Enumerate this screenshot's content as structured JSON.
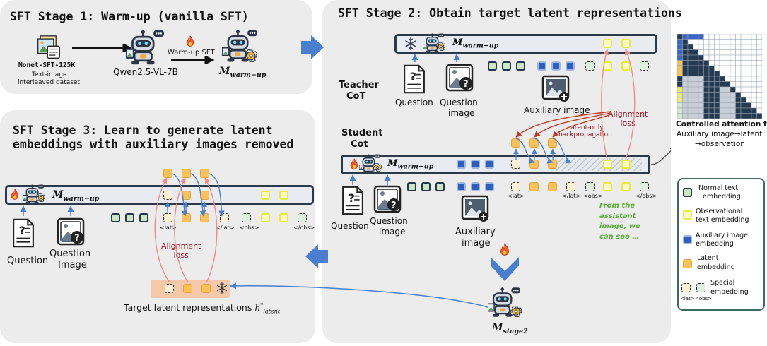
{
  "stage1": {
    "title": "SFT Stage 1: Warm-up (vanilla SFT)",
    "dataset_name": "Monet-SFT-125K",
    "dataset_desc_1": "Text-image",
    "dataset_desc_2": "interleaved dataset",
    "base_model": "Qwen2.5-VL-7B",
    "arrow_label": "Warm-up SFT",
    "model_base": "M",
    "model_sub": "warm−up"
  },
  "stage2": {
    "title": "SFT Stage 2: Obtain target latent representations",
    "teacher_1": "Teacher",
    "teacher_2": "CoT",
    "student_1": "Student",
    "student_2": "Cot",
    "question": "Question",
    "question_image_1": "Question",
    "question_image_2": "image",
    "auxiliary_image_top": "Auxiliary image",
    "auxiliary_image_1": "Auxiliary",
    "auxiliary_image_2": "image",
    "alignment_1": "Alignment",
    "alignment_2": "loss",
    "latent_only_1": "Latent-only",
    "latent_only_2": "backpropagation",
    "tag_lat": "<lat>",
    "tag_lat_close": "</lat>",
    "tag_obs": "<obs>",
    "tag_obs_close": "</obs>",
    "green_1": "From the",
    "green_2": "assistant",
    "green_3": "image, we",
    "green_4": "can see …",
    "model_base": "M",
    "model_sub": "warm−up",
    "stage2_model_base": "M",
    "stage2_model_sub": "stage2"
  },
  "stage3": {
    "title_1": "SFT Stage 3: Learn to generate latent",
    "title_2": "embeddings with auxiliary images removed",
    "question": "Question",
    "question_image_1": "Question",
    "question_image_2": "Image",
    "alignment_1": "Alignment",
    "alignment_2": "loss",
    "tag_lat": "<lat>",
    "tag_lat_close": "</lat>",
    "tag_obs": "<obs>",
    "tag_obs_close": "</obs>",
    "target_text": "Target latent representations",
    "target_sym": "h",
    "target_sup": "*",
    "target_sub": "latent",
    "model_base": "M",
    "model_sub": "warm−up"
  },
  "attention": {
    "title": "Controlled attention flow",
    "line_1": "Auxiliary image→latent",
    "line_2": "→observation"
  },
  "legend": {
    "normal_1": "Normal text",
    "normal_2": "embedding",
    "obs_1": "Observational",
    "obs_2": "text embedding",
    "aux_1": "Auxiliary image",
    "aux_2": "embedding",
    "lat_1": "Latent",
    "lat_2": "embedding",
    "sp_1": "Special",
    "sp_2": "embedding",
    "sp_lat": "<lat>",
    "sp_obs": "<obs>"
  },
  "colors": {
    "panel": "#ececec",
    "normal": "#cfe5c6",
    "observational": "#e5ec3a",
    "auxiliary": "#2d5fbf",
    "latent": "#fbc25a",
    "special_lat": "#fdf2d5",
    "special_obs": "#e1efe1",
    "arrow_blue": "#4a7fd0",
    "alignment": "#f08a8a",
    "alignment_text": "#9a1620",
    "green_text": "#5ab03c",
    "model_bar": "#2c3949"
  },
  "icons": [
    "robot-icon",
    "fire-icon",
    "snowflake-icon",
    "gear-icon",
    "question-doc-icon",
    "question-image-icon",
    "auxiliary-image-icon",
    "dataset-image-icon",
    "attention-matrix-icon"
  ]
}
